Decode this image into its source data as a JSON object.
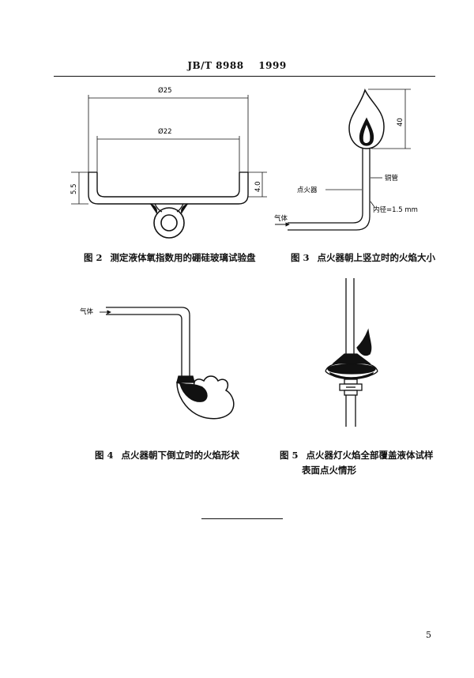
{
  "header": {
    "code": "JB/T  8988",
    "year": "1999"
  },
  "fig2": {
    "caption_label": "图 2",
    "caption_text": "测定液体氧指数用的硼硅玻璃试验盘",
    "dim_outer": "Ø25",
    "dim_inner": "Ø22",
    "dim_left": "5.5",
    "dim_right": "4.0"
  },
  "fig3": {
    "caption_label": "图 3",
    "caption_text": "点火器朝上竖立时的火焰大小",
    "dim_height": "40",
    "label_tube": "铜管",
    "label_igniter": "点火器",
    "label_inner": "内径=1.5 mm",
    "label_gas": "气体"
  },
  "fig4": {
    "caption_label": "图 4",
    "caption_text": "点火器朝下倒立时的火焰形状",
    "label_gas": "气体"
  },
  "fig5": {
    "caption_label": "图 5",
    "caption_line1": "点火器灯火焰全部覆盖液体试样",
    "caption_line2": "表面点火情形"
  },
  "page_number": "5"
}
